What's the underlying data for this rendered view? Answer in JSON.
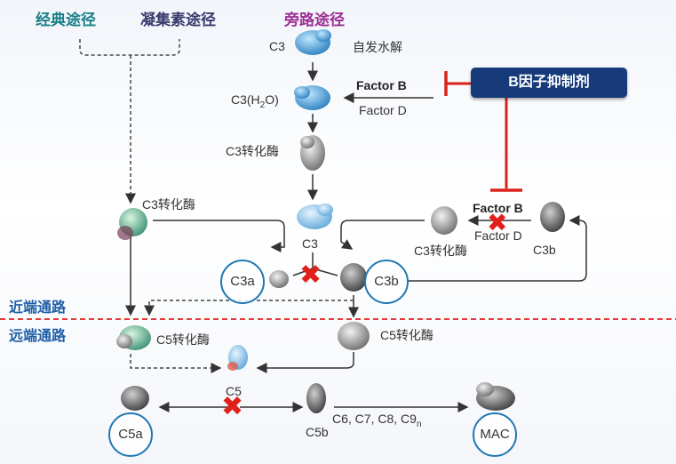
{
  "headers": {
    "classical": "经典途径",
    "lectin": "凝集素途径",
    "alternative": "旁路途径"
  },
  "alt": {
    "c3": "C3",
    "spontaneous": "自发水解",
    "c3h2o": "C3(H",
    "c3h2o_sub": "2",
    "c3h2o_end": "O)",
    "factor_b_bold": "Factor B",
    "factor_d": "Factor D",
    "c3_convertase": "C3转化酶"
  },
  "inhibitor": {
    "label": "B因子抑制剂"
  },
  "classical_convertase": "C3转化酶",
  "mid": {
    "c3": "C3",
    "c3a": "C3a",
    "c3b": "C3b"
  },
  "amplification": {
    "factor_b": "Factor B",
    "factor_d": "Factor D",
    "c3_convertase": "C3转化酶",
    "c3b": "C3b"
  },
  "zones": {
    "proximal": "近端通路",
    "terminal": "远端通路"
  },
  "lower": {
    "c5_convertase_left": "C5转化酶",
    "c5_convertase_right": "C5转化酶",
    "c5": "C5",
    "c5a": "C5a",
    "c5b": "C5b",
    "c6_c9": "C6, C7, C8, C9",
    "c9_sub": "n",
    "mac": "MAC"
  },
  "colors": {
    "classical_header": "#1a7f86",
    "lectin_header": "#3a3a6e",
    "alternative_header": "#9b2f95",
    "inhibitor_bg": "#163a7a",
    "inhibition_line": "#d9221c",
    "circle_border": "#1f77b4",
    "zone_text": "#1f5fa8",
    "divider": "#e0201b"
  }
}
